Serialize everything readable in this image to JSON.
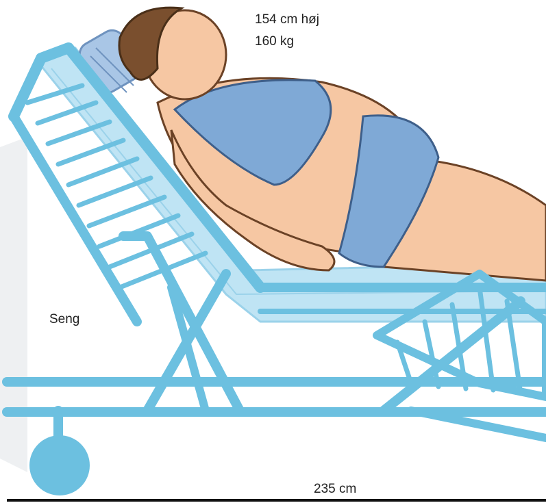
{
  "labels": {
    "height": "154 cm høj",
    "weight": "160 kg",
    "bed": "Seng",
    "length": "235 cm"
  },
  "colors": {
    "bed_frame": "#6cc0e0",
    "mattress": "#bfe4f4",
    "clothing": "#7fa9d6",
    "skin": "#f6c7a3",
    "hair": "#7a4f2e"
  }
}
